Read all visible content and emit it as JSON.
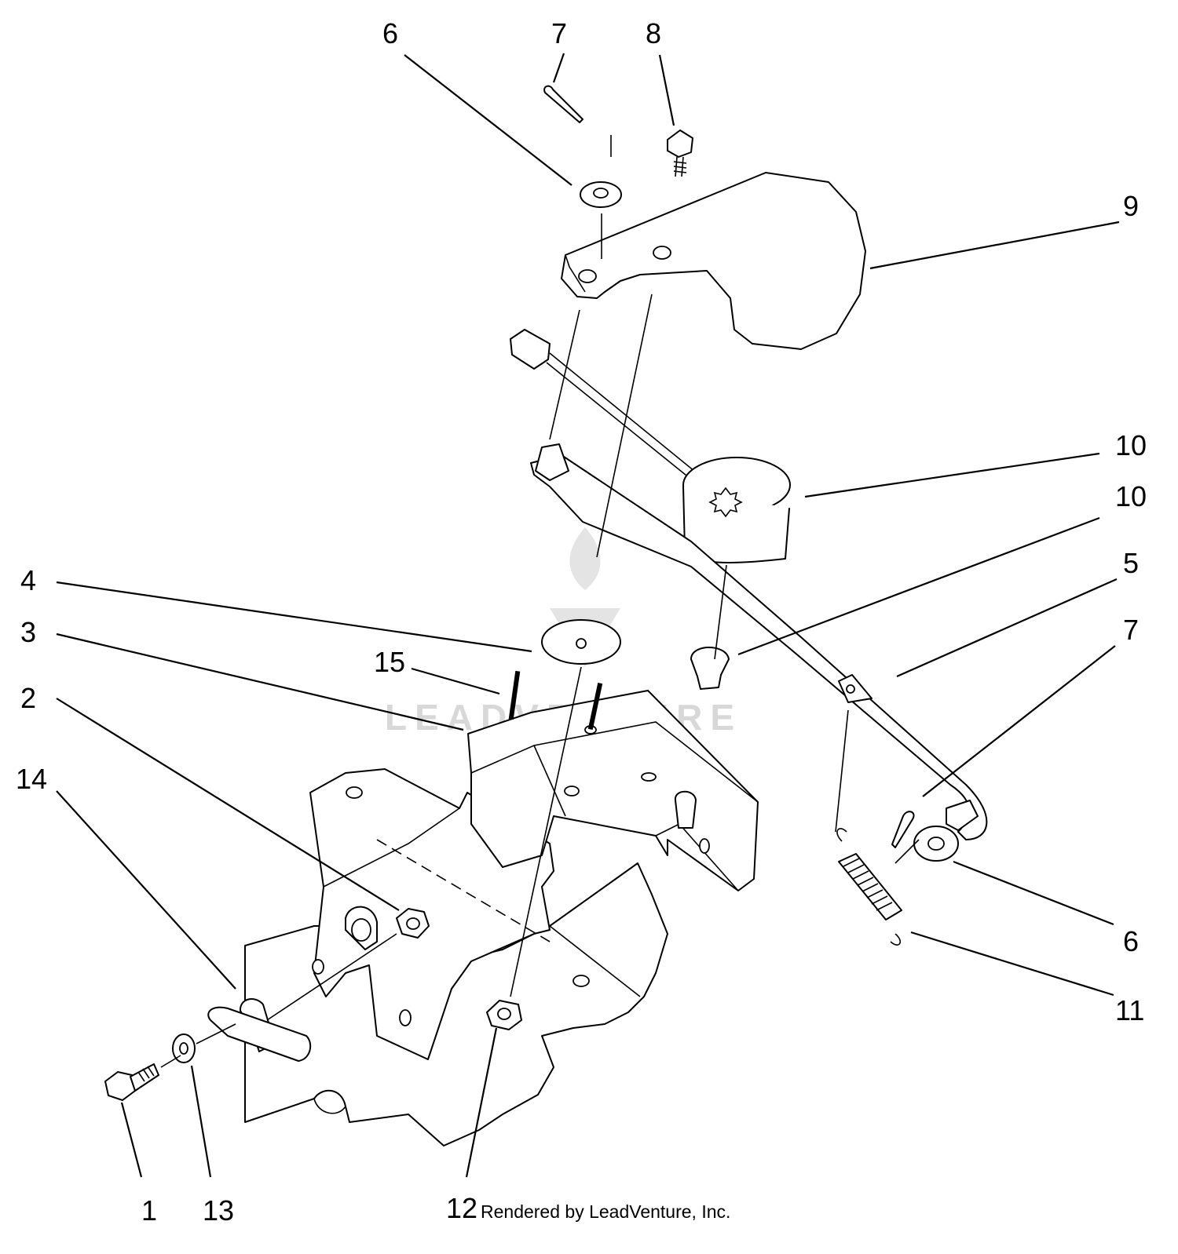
{
  "callouts": [
    {
      "id": "c6a",
      "text": "6"
    },
    {
      "id": "c7a",
      "text": "7"
    },
    {
      "id": "c8",
      "text": "8"
    },
    {
      "id": "c9",
      "text": "9"
    },
    {
      "id": "c10a",
      "text": "10"
    },
    {
      "id": "c10b",
      "text": "10"
    },
    {
      "id": "c5",
      "text": "5"
    },
    {
      "id": "c7b",
      "text": "7"
    },
    {
      "id": "c4",
      "text": "4"
    },
    {
      "id": "c3",
      "text": "3"
    },
    {
      "id": "c15",
      "text": "15"
    },
    {
      "id": "c2",
      "text": "2"
    },
    {
      "id": "c14",
      "text": "14"
    },
    {
      "id": "c6b",
      "text": "6"
    },
    {
      "id": "c11",
      "text": "11"
    },
    {
      "id": "c1",
      "text": "1"
    },
    {
      "id": "c13",
      "text": "13"
    },
    {
      "id": "c12",
      "text": "12"
    }
  ],
  "credit": "Rendered by LeadVenture, Inc.",
  "watermark": "LEADVENTURE"
}
